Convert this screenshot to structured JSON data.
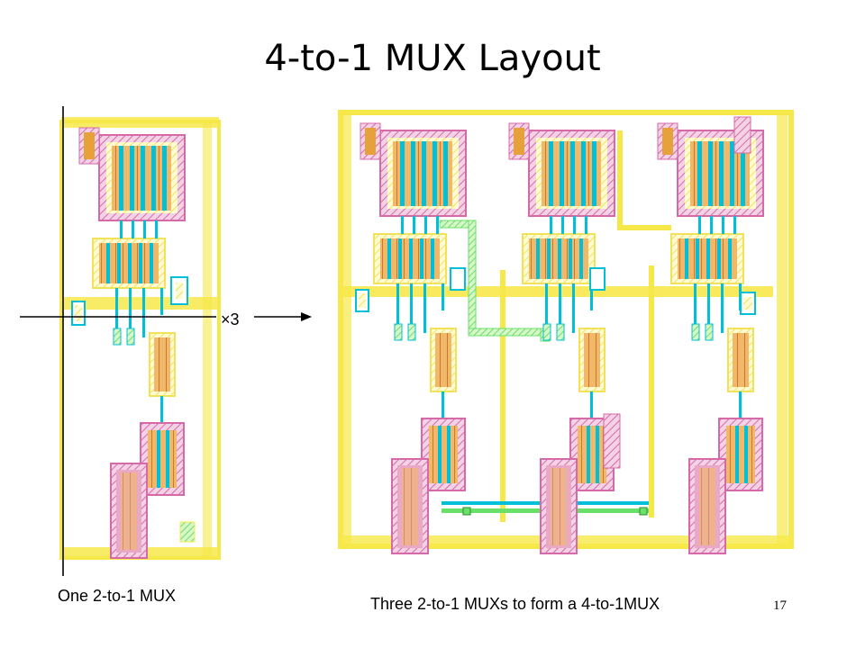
{
  "slide": {
    "title": "4-to-1 MUX Layout",
    "caption_left": "One 2-to-1 MUX",
    "caption_right": "Three 2-to-1 MUXs to form a 4-to-1MUX",
    "replication_label": "×3",
    "page_number": "17"
  },
  "colors": {
    "metal1": "#00bfd8",
    "poly": "#f7e84a",
    "nwell": "#d66aa8",
    "diffusion": "#e7a13a",
    "via": "#6adf6a"
  }
}
